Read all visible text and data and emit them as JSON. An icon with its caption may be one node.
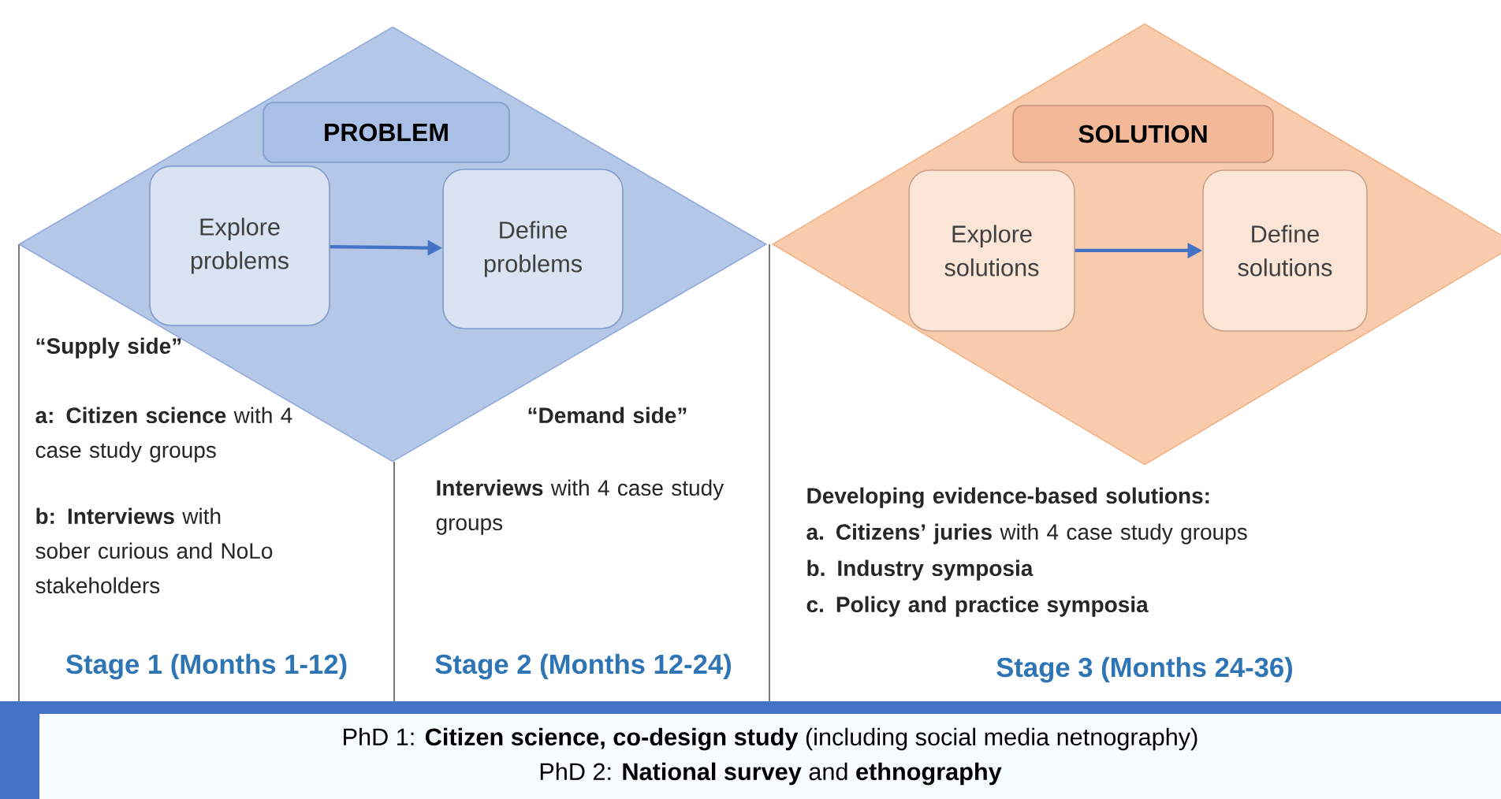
{
  "diagram": {
    "nodes": [
      {
        "text": [],
        "shape": "diamond"
      },
      {
        "text": [
          "PROBLEM"
        ],
        "in": 0
      },
      {
        "text": [
          "Explore problems"
        ],
        "in": 0
      },
      {
        "text": [
          "Define problems"
        ],
        "in": 0
      },
      {
        "text": [],
        "shape": "diamond"
      },
      {
        "text": [
          "SOLUTION"
        ],
        "in": 4
      },
      {
        "text": [
          "Explore solutions"
        ],
        "in": 4
      },
      {
        "text": [
          "Define solutions"
        ],
        "in": 4
      },
      {
        "text": [
          "PhD 1: **Citizen science, co-design study** (including social media netnography)",
          "PhD 2: **National survey** and **ethnography**"
        ]
      }
    ],
    "edges": [
      {
        "from": 2,
        "to": 3,
        "arrow": "to"
      },
      {
        "from": 6,
        "to": 7,
        "arrow": "to"
      }
    ],
    "labels": [
      "“Supply side”",
      "**a: Citizen science** with 4 case study groups",
      "“Demand side”",
      "**b: Interviews** with sober curious and NoLo stakeholders",
      "**Interviews** with 4 case study groups",
      "Developing evidence-based solutions:",
      "**a. Citizens’ juries** with 4 case study groups",
      "b. Industry symposia",
      "c. Policy and practice symposia",
      "Stage 1 (Months 1-12)",
      "Stage 2 (Months 12-24)",
      "Stage 3 (Months 24-36)"
    ]
  }
}
